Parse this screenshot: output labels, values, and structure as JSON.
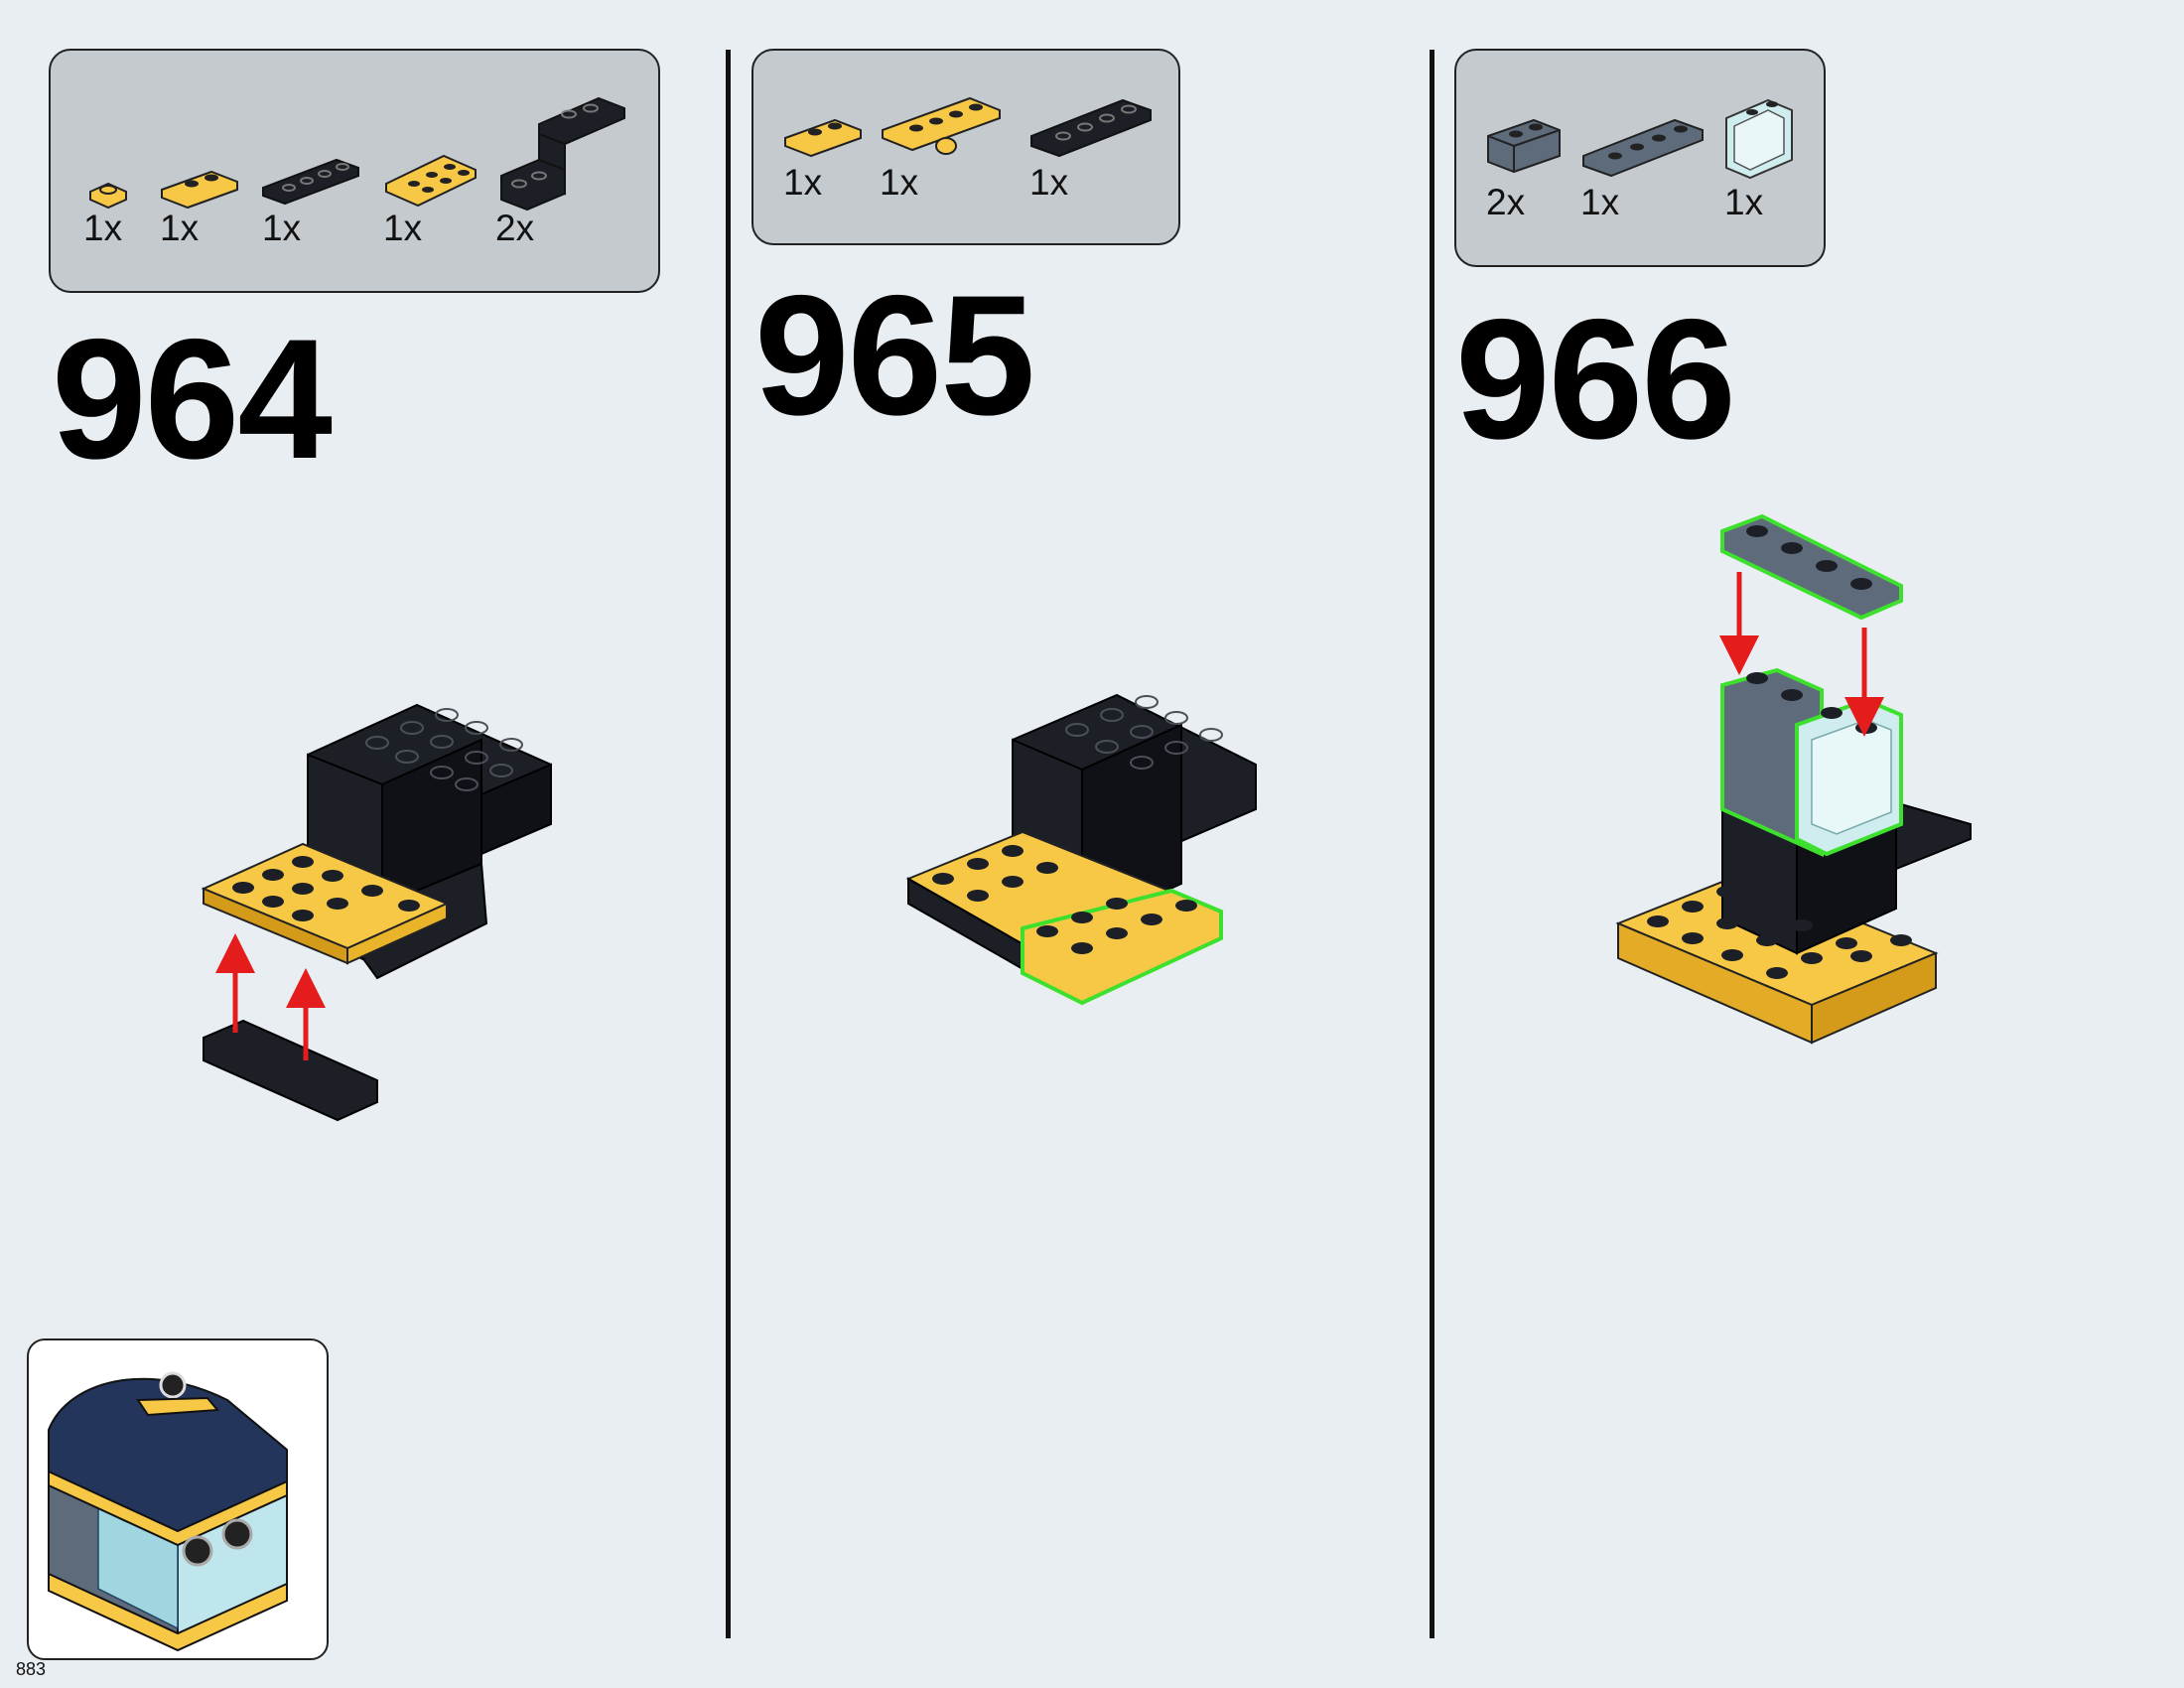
{
  "page_number": "883",
  "steps": [
    {
      "number": "964",
      "parts": [
        {
          "qty": "1x",
          "icon": "yellow-round-plate-1x1-icon",
          "color": "#f7c746"
        },
        {
          "qty": "1x",
          "icon": "yellow-plate-1x2-icon",
          "color": "#f7c746"
        },
        {
          "qty": "1x",
          "icon": "black-plate-1x4-icon",
          "color": "#1c1f26"
        },
        {
          "qty": "1x",
          "icon": "yellow-plate-2x3-icon",
          "color": "#f7c746"
        },
        {
          "qty": "2x",
          "icon": "black-bracket-icon",
          "color": "#1c1f26"
        }
      ]
    },
    {
      "number": "965",
      "parts": [
        {
          "qty": "1x",
          "icon": "yellow-plate-1x2-icon",
          "color": "#f7c746"
        },
        {
          "qty": "1x",
          "icon": "yellow-plate-1x4-icon",
          "color": "#f7c746"
        },
        {
          "qty": "1x",
          "icon": "black-plate-1x4-icon",
          "color": "#1c1f26"
        }
      ]
    },
    {
      "number": "966",
      "parts": [
        {
          "qty": "2x",
          "icon": "sand-blue-brick-1x2-icon",
          "color": "#5d6b7b"
        },
        {
          "qty": "1x",
          "icon": "sand-blue-plate-1x4-icon",
          "color": "#5d6b7b"
        },
        {
          "qty": "1x",
          "icon": "trans-clear-panel-icon",
          "color": "#cfecef"
        }
      ]
    }
  ],
  "colors": {
    "yellow": "#f7c746",
    "black": "#1c1f26",
    "sand_blue": "#5d6b7b",
    "highlight": "#3ee02e",
    "arrow": "#e51c1c"
  }
}
